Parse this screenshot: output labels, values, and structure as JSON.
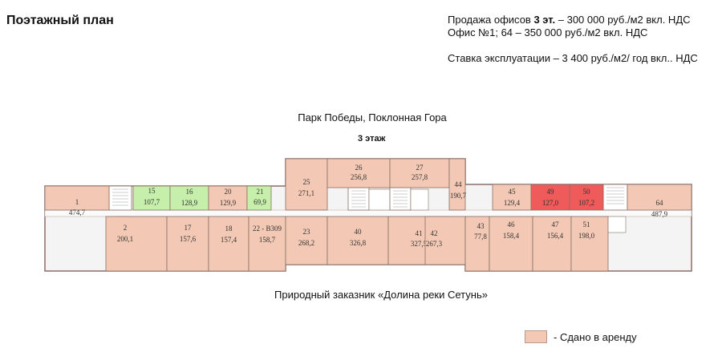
{
  "title": "Поэтажный план",
  "pricing": {
    "line1_prefix": "Продажа офисов ",
    "line1_bold": "3 эт.",
    "line1_suffix": " – 300 000 руб./м2 вкл. НДС",
    "line2": "Офис №1; 64 – 350 000 руб./м2 вкл. НДС",
    "line3": "Ставка эксплуатации – 3 400 руб./м2/ год вкл.. НДС"
  },
  "north_label": "Парк Победы, Поклонная Гора",
  "floor_label": "3 этаж",
  "south_label": "Природный заказник «Долина реки Сетунь»",
  "legend": {
    "label": "- Сдано в аренду",
    "color": "#f3c9b5"
  },
  "colors": {
    "rented": "#f3c9b5",
    "available": "#c6efac",
    "selected": "#ef5a5a",
    "wall": "#8a6f65",
    "service": "#f4f4f4"
  },
  "rooms": [
    {
      "id": "1",
      "area": "474,7",
      "status": "rented"
    },
    {
      "id": "15",
      "area": "107,7",
      "status": "available"
    },
    {
      "id": "16",
      "area": "128,9",
      "status": "available"
    },
    {
      "id": "20",
      "area": "129,9",
      "status": "rented"
    },
    {
      "id": "21",
      "area": "69,9",
      "status": "available"
    },
    {
      "id": "25",
      "area": "271,1",
      "status": "rented"
    },
    {
      "id": "26",
      "area": "256,8",
      "status": "rented"
    },
    {
      "id": "27",
      "area": "257,8",
      "status": "rented"
    },
    {
      "id": "44",
      "area": "190,7",
      "status": "rented"
    },
    {
      "id": "45",
      "area": "129,4",
      "status": "rented"
    },
    {
      "id": "49",
      "area": "127,0",
      "status": "selected"
    },
    {
      "id": "50",
      "area": "107,2",
      "status": "selected"
    },
    {
      "id": "64",
      "area": "487,9",
      "status": "rented"
    },
    {
      "id": "2",
      "area": "200,1",
      "status": "rented"
    },
    {
      "id": "17",
      "area": "157,6",
      "status": "rented"
    },
    {
      "id": "18",
      "area": "157,4",
      "status": "rented"
    },
    {
      "id": "22 - В309",
      "area": "158,7",
      "status": "rented"
    },
    {
      "id": "23",
      "area": "268,2",
      "status": "rented"
    },
    {
      "id": "40",
      "area": "326,8",
      "status": "rented"
    },
    {
      "id": "41",
      "area": "327,5",
      "status": "rented"
    },
    {
      "id": "42",
      "area": "267,3",
      "status": "rented"
    },
    {
      "id": "43",
      "area": "77,8",
      "status": "rented"
    },
    {
      "id": "46",
      "area": "158,4",
      "status": "rented"
    },
    {
      "id": "47",
      "area": "156,4",
      "status": "rented"
    },
    {
      "id": "51",
      "area": "198,0",
      "status": "rented"
    }
  ]
}
